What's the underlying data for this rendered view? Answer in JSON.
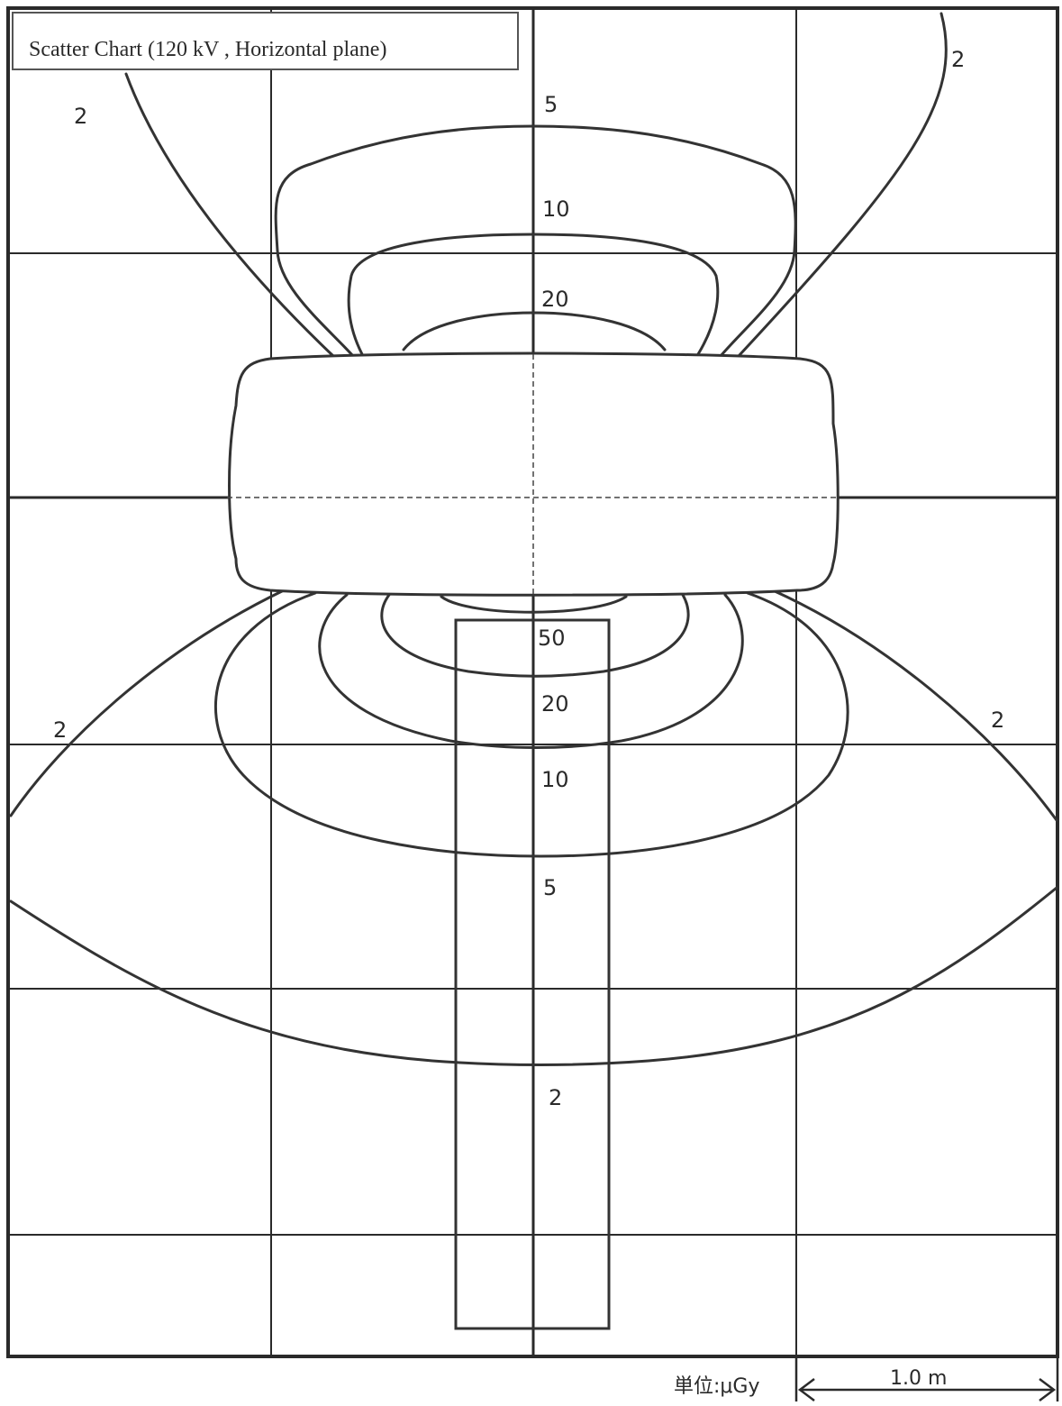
{
  "title": "Scatter Chart (120 kV , Horizontal plane)",
  "unit_label": "単位:μGy",
  "scale_label": "1.0 m",
  "contour_labels": {
    "top_left_2": "2",
    "top_right_2": "2",
    "top_5": "5",
    "top_10": "10",
    "top_20": "20",
    "bottom_50": "50",
    "bottom_20": "20",
    "bottom_10": "10",
    "bottom_5": "5",
    "bottom_2": "2",
    "left_2": "2",
    "right_2": "2"
  }
}
